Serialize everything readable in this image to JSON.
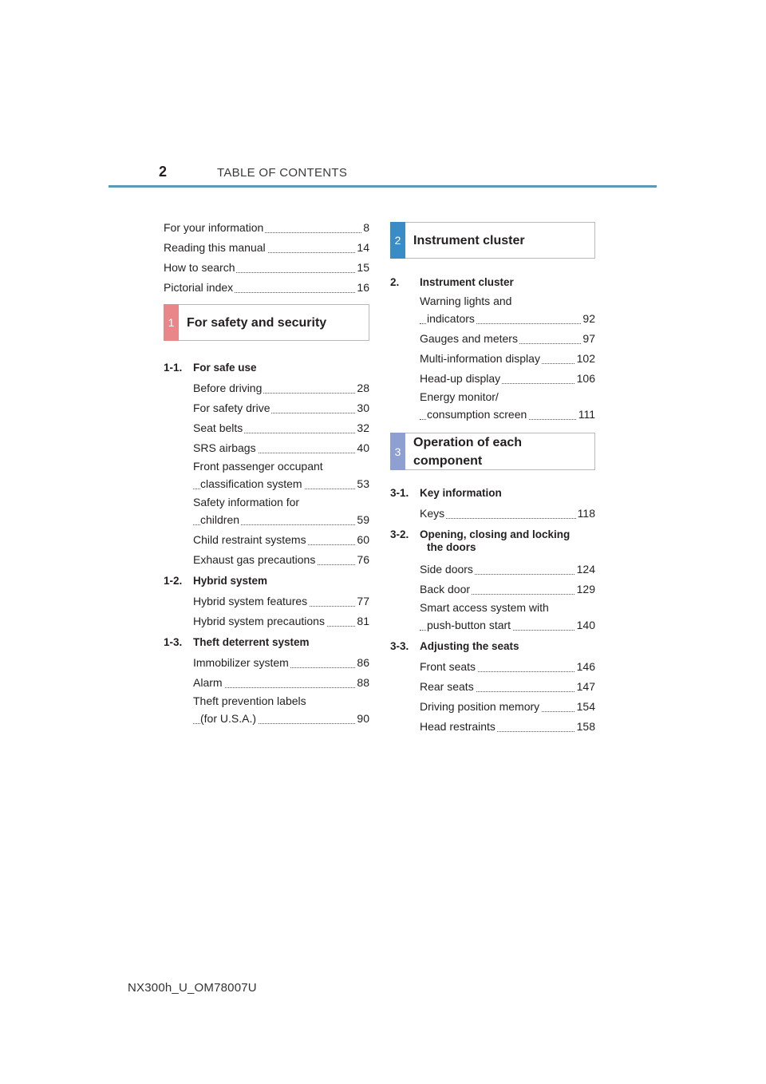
{
  "header": {
    "page_number": "2",
    "title": "TABLE OF CONTENTS"
  },
  "intro": [
    {
      "label": "For your information",
      "page": "8"
    },
    {
      "label": "Reading this manual",
      "page": "14"
    },
    {
      "label": "How to search",
      "page": "15"
    },
    {
      "label": "Pictorial index",
      "page": "16"
    }
  ],
  "section1": {
    "tab": "1",
    "title": "For safety and security",
    "groups": [
      {
        "num": "1-1.",
        "title": "For safe use"
      },
      {
        "num": "1-2.",
        "title": "Hybrid system"
      },
      {
        "num": "1-3.",
        "title": "Theft deterrent system"
      }
    ],
    "g1": [
      {
        "label": "Before driving",
        "page": "28"
      },
      {
        "label": "For safety drive",
        "page": "30"
      },
      {
        "label": "Seat belts",
        "page": "32"
      },
      {
        "label": "SRS airbags",
        "page": "40"
      },
      {
        "line1": "Front passenger occupant",
        "label": "classification system",
        "page": "53"
      },
      {
        "line1": "Safety information for",
        "label": "children",
        "page": "59"
      },
      {
        "label": "Child restraint systems",
        "page": "60"
      },
      {
        "label": "Exhaust gas precautions",
        "page": "76"
      }
    ],
    "g2": [
      {
        "label": "Hybrid system features",
        "page": "77"
      },
      {
        "label": "Hybrid system precautions",
        "page": "81"
      }
    ],
    "g3": [
      {
        "label": "Immobilizer system",
        "page": "86"
      },
      {
        "label": "Alarm",
        "page": "88"
      },
      {
        "line1": "Theft prevention labels",
        "label": "(for U.S.A.)",
        "page": "90"
      }
    ]
  },
  "section2": {
    "tab": "2",
    "title": "Instrument cluster",
    "group": {
      "num": "2.",
      "title": "Instrument cluster"
    },
    "items": [
      {
        "line1": "Warning lights and",
        "label": "indicators",
        "page": "92"
      },
      {
        "label": "Gauges and meters",
        "page": "97"
      },
      {
        "label": "Multi-information display",
        "page": "102"
      },
      {
        "label": "Head-up display",
        "page": "106"
      },
      {
        "line1": "Energy monitor/",
        "label": "consumption screen",
        "page": "111"
      }
    ]
  },
  "section3": {
    "tab": "3",
    "title_line1": "Operation of each",
    "title_line2": "component",
    "groups": [
      {
        "num": "3-1.",
        "title": "Key information"
      },
      {
        "num": "3-2.",
        "title": "Opening, closing and locking",
        "title2": "the doors"
      },
      {
        "num": "3-3.",
        "title": "Adjusting the seats"
      }
    ],
    "g1": [
      {
        "label": "Keys",
        "page": "118"
      }
    ],
    "g2": [
      {
        "label": "Side doors",
        "page": "124"
      },
      {
        "label": "Back door",
        "page": "129"
      },
      {
        "line1": "Smart access system with",
        "label": "push-button start",
        "page": "140"
      }
    ],
    "g3": [
      {
        "label": "Front seats",
        "page": "146"
      },
      {
        "label": "Rear seats",
        "page": "147"
      },
      {
        "label": "Driving position memory",
        "page": "154"
      },
      {
        "label": "Head restraints",
        "page": "158"
      }
    ]
  },
  "footer": {
    "code": "NX300h_U_OM78007U"
  }
}
